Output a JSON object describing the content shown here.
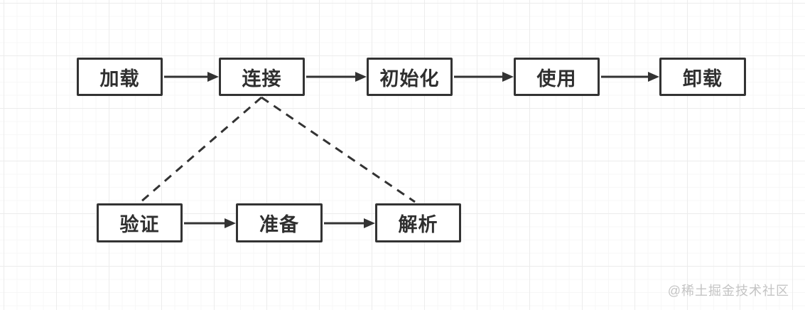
{
  "diagram": {
    "title": "class-loading-lifecycle",
    "main_flow": {
      "nodes": [
        {
          "id": "load",
          "label": "加载"
        },
        {
          "id": "link",
          "label": "连接"
        },
        {
          "id": "init",
          "label": "初始化"
        },
        {
          "id": "use",
          "label": "使用"
        },
        {
          "id": "unload",
          "label": "卸载"
        }
      ]
    },
    "sub_flow": {
      "nodes": [
        {
          "id": "verify",
          "label": "验证"
        },
        {
          "id": "prepare",
          "label": "准备"
        },
        {
          "id": "resolve",
          "label": "解析"
        }
      ]
    },
    "edges": [
      {
        "from": "加载",
        "to": "连接",
        "style": "solid-arrow"
      },
      {
        "from": "连接",
        "to": "初始化",
        "style": "solid-arrow"
      },
      {
        "from": "初始化",
        "to": "使用",
        "style": "solid-arrow"
      },
      {
        "from": "使用",
        "to": "卸载",
        "style": "solid-arrow"
      },
      {
        "from": "验证",
        "to": "准备",
        "style": "solid-arrow"
      },
      {
        "from": "准备",
        "to": "解析",
        "style": "solid-arrow"
      },
      {
        "from": "连接",
        "to": "验证",
        "style": "dashed"
      },
      {
        "from": "连接",
        "to": "解析",
        "style": "dashed"
      }
    ]
  },
  "watermark": {
    "text": "@稀土掘金技术社区"
  },
  "colors": {
    "stroke": "#333333",
    "node_border": "#333333",
    "node_text": "#2f2f2f",
    "background": "#ffffff",
    "grid_minor": "#f7f7f7",
    "grid_major": "#ececec",
    "watermark": "#c4c4c4"
  }
}
